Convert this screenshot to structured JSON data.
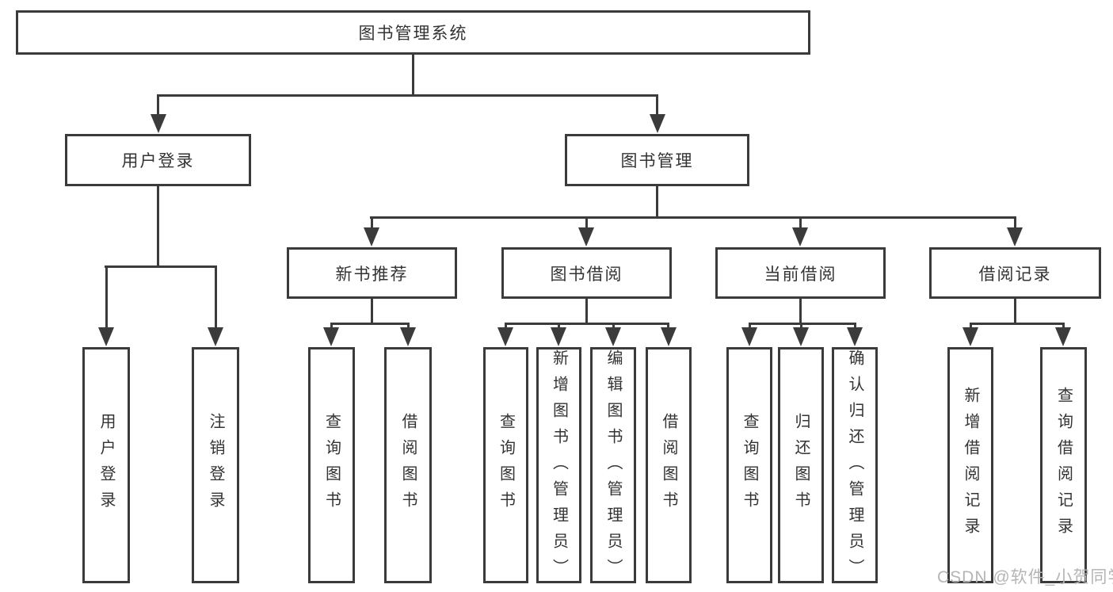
{
  "diagram": {
    "root": {
      "label": "图书管理系统"
    },
    "level2": [
      {
        "label": "用户登录"
      },
      {
        "label": "图书管理"
      }
    ],
    "level3": [
      {
        "label": "新书推荐"
      },
      {
        "label": "图书借阅"
      },
      {
        "label": "当前借阅"
      },
      {
        "label": "借阅记录"
      }
    ],
    "leaves": {
      "user_login": [
        {
          "label": "用户登录"
        },
        {
          "label": "注销登录"
        }
      ],
      "new_book_recommend": [
        {
          "label": "查询图书"
        },
        {
          "label": "借阅图书"
        }
      ],
      "book_borrow": [
        {
          "label": "查询图书"
        },
        {
          "label": "新增图书（管理员）"
        },
        {
          "label": "编辑图书（管理员）"
        },
        {
          "label": "借阅图书"
        }
      ],
      "current_borrow": [
        {
          "label": "查询图书"
        },
        {
          "label": "归还图书"
        },
        {
          "label": "确认归还（管理员）"
        }
      ],
      "borrow_records": [
        {
          "label": "新增借阅记录"
        },
        {
          "label": "查询借阅记录"
        }
      ]
    }
  },
  "watermark": {
    "text": "CSDN @软件_小贺同学"
  },
  "colors": {
    "line": "#3b3b3b",
    "text": "#333333",
    "background": "#ffffff",
    "watermark": "#b5b5b5"
  }
}
